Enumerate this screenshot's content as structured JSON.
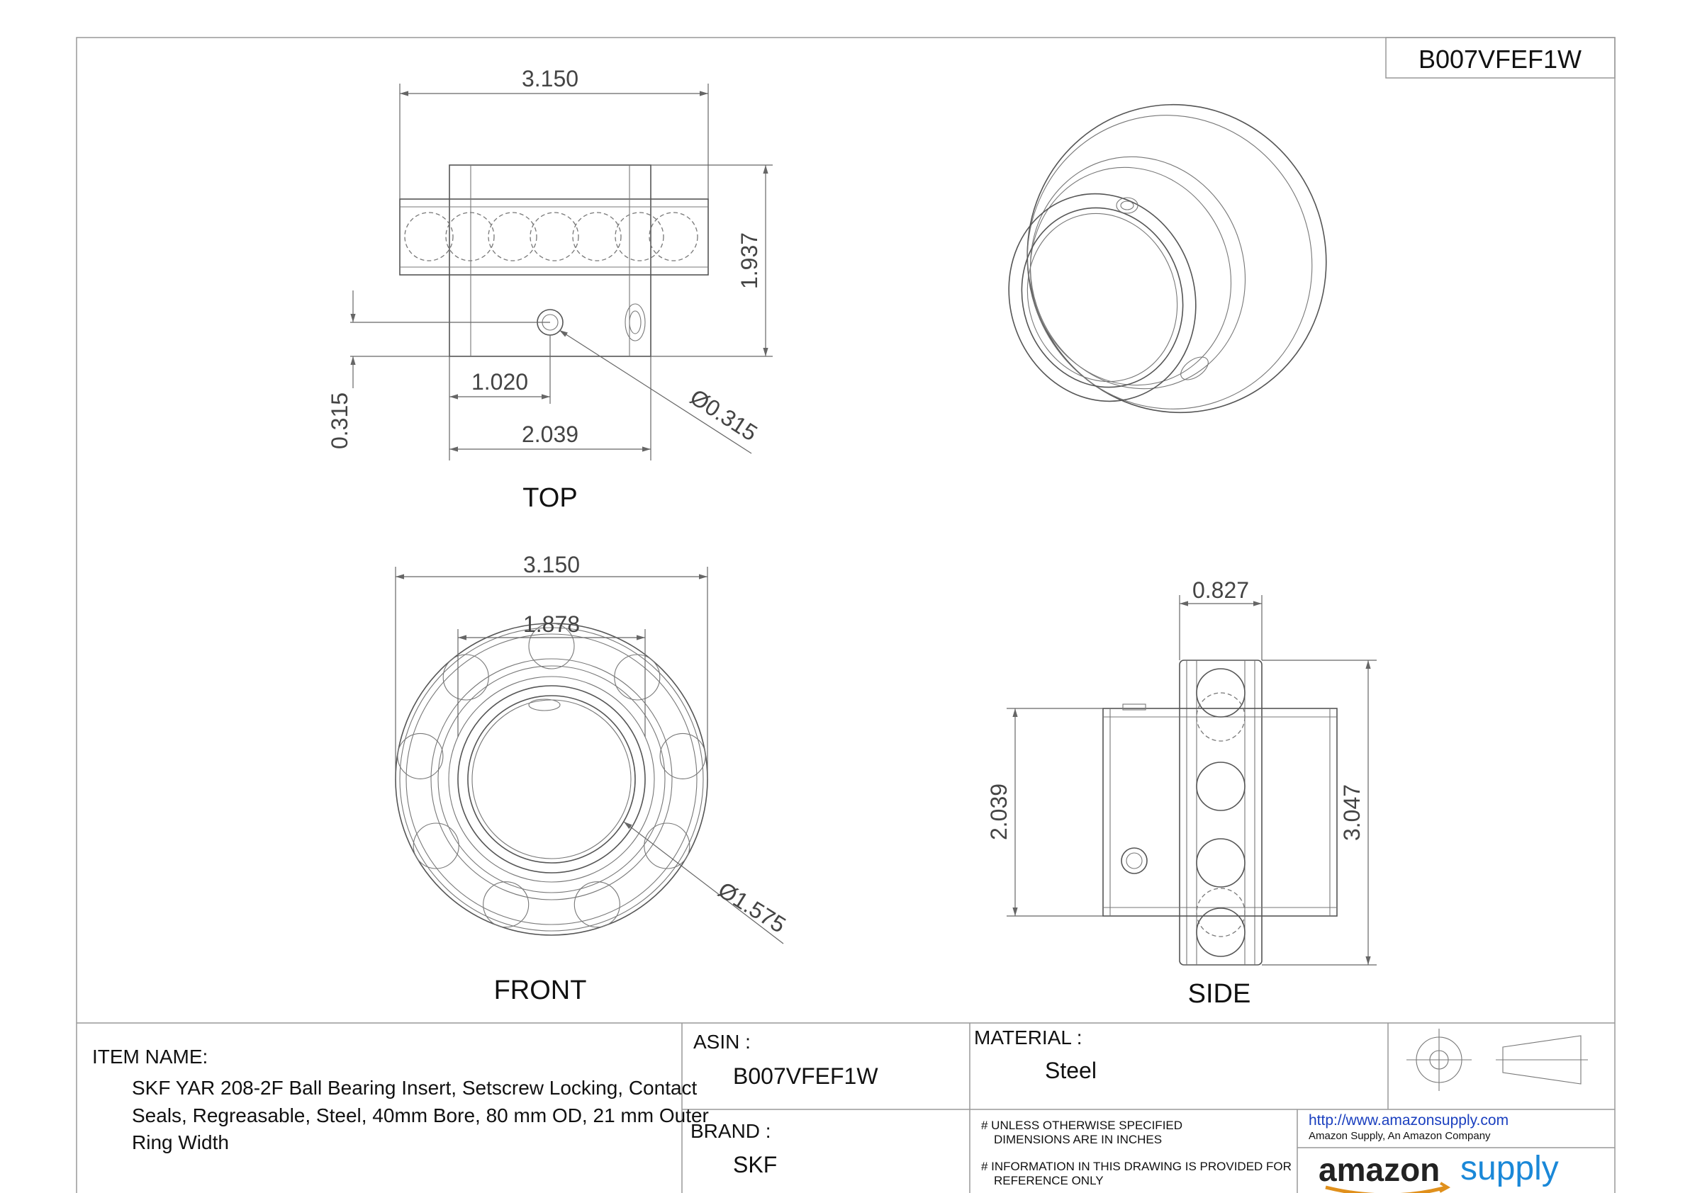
{
  "header": {
    "asin_box": "B007VFEF1W"
  },
  "views": {
    "top": {
      "label": "TOP",
      "dims": {
        "width": "3.150",
        "height": "1.937",
        "offset": "1.020",
        "inner_width": "2.039",
        "hole_offset": "0.315",
        "hole_dia": "Ø0.315"
      }
    },
    "front": {
      "label": "FRONT",
      "dims": {
        "width": "3.150",
        "inner_width": "1.878",
        "bore_dia": "Ø1.575"
      }
    },
    "side": {
      "label": "SIDE",
      "dims": {
        "width": "0.827",
        "inner_height": "2.039",
        "outer_height": "3.047"
      }
    }
  },
  "title_block": {
    "item_name_label": "ITEM NAME:",
    "item_name_lines": [
      "SKF YAR 208-2F Ball Bearing Insert, Setscrew Locking, Contact",
      "Seals, Regreasable, Steel, 40mm Bore, 80 mm OD, 21 mm Outer",
      "Ring Width"
    ],
    "asin_label": "ASIN :",
    "asin_value": "B007VFEF1W",
    "brand_label": "BRAND :",
    "brand_value": "SKF",
    "material_label": "MATERIAL :",
    "material_value": "Steel",
    "note1_lines": [
      "# UNLESS OTHERWISE SPECIFIED",
      "DIMENSIONS ARE IN INCHES"
    ],
    "note2_lines": [
      "# INFORMATION IN THIS DRAWING IS PROVIDED FOR",
      "REFERENCE ONLY"
    ],
    "url": "http://www.amazonsupply.com",
    "company": "Amazon Supply, An Amazon Company",
    "logo_part1": "amazon",
    "logo_part2": "supply",
    "colors": {
      "logo_dark": "#222222",
      "logo_blue": "#1a88d8",
      "link": "#1a3fbf"
    }
  }
}
